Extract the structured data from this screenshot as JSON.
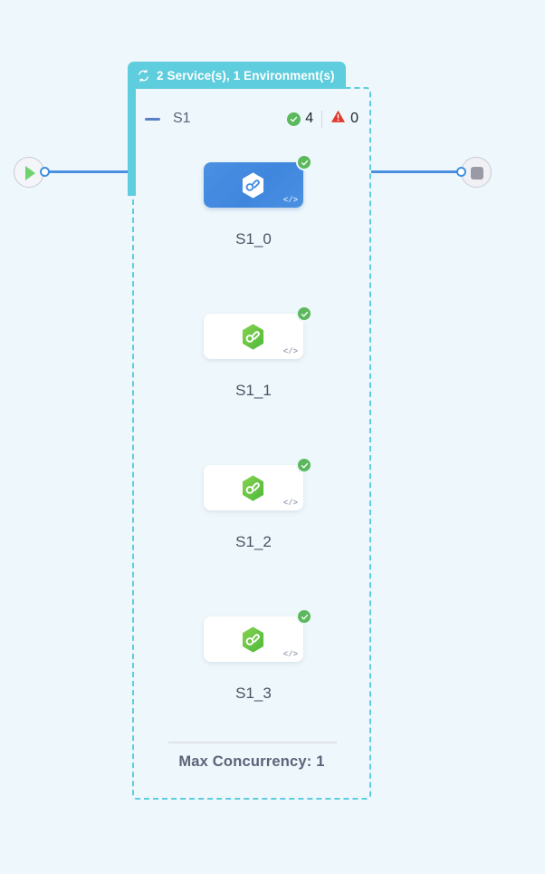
{
  "canvas": {
    "background_color": "#eef7fb"
  },
  "flow": {
    "start_node": {
      "icon": "play-icon",
      "name": "start"
    },
    "end_node": {
      "icon": "stop-icon",
      "name": "end"
    },
    "edge_color": "#4a90e2"
  },
  "group": {
    "header_label": "2 Service(s), 1 Environment(s)",
    "header_icon": "refresh-loop-icon",
    "header_color": "#5ecddd",
    "border_color": "#5ecddd",
    "title": "S1",
    "collapse_icon": "collapse-minus-icon",
    "counters": {
      "success_icon": "check-circle-icon",
      "success_count": "4",
      "warning_icon": "warning-triangle-icon",
      "warning_count": "0",
      "success_color": "#5cb85c",
      "warning_color": "#e03b2e"
    },
    "footer_label": "Max Concurrency: 1"
  },
  "nodes": [
    {
      "label": "S1_0",
      "selected": true,
      "icon": "service-hexagon-icon",
      "code_icon": "code-brackets-icon",
      "code_glyph": "</>",
      "status_icon": "check-circle-icon",
      "status_color": "#5cb85c",
      "accent_color": "#4a90e2"
    },
    {
      "label": "S1_1",
      "selected": false,
      "icon": "service-hexagon-icon",
      "code_icon": "code-brackets-icon",
      "code_glyph": "</>",
      "status_icon": "check-circle-icon",
      "status_color": "#5cb85c",
      "accent_color": "#6fc44a"
    },
    {
      "label": "S1_2",
      "selected": false,
      "icon": "service-hexagon-icon",
      "code_icon": "code-brackets-icon",
      "code_glyph": "</>",
      "status_icon": "check-circle-icon",
      "status_color": "#5cb85c",
      "accent_color": "#6fc44a"
    },
    {
      "label": "S1_3",
      "selected": false,
      "icon": "service-hexagon-icon",
      "code_icon": "code-brackets-icon",
      "code_glyph": "</>",
      "status_icon": "check-circle-icon",
      "status_color": "#5cb85c",
      "accent_color": "#6fc44a"
    }
  ]
}
